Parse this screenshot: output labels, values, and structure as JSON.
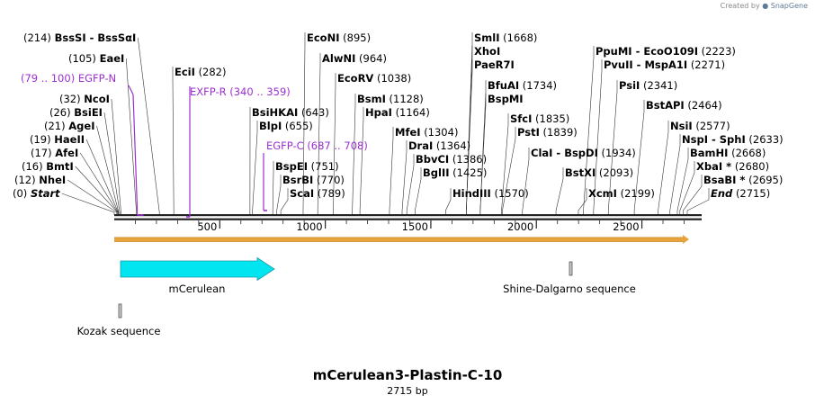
{
  "credit": {
    "prefix": "Created by",
    "brand": "SnapGene"
  },
  "title": "mCerulean3-Plastin-C-10",
  "subtitle": "2715 bp",
  "colors": {
    "primer": "#9b30d0",
    "feature": "#00e5f0",
    "orf": "#e8a33d",
    "line": "#333333"
  },
  "sites": [
    {
      "pos": "(214)",
      "name": "BssSI  -  BssSαI",
      "bp": 214
    },
    {
      "pos": "(105)",
      "name": "EaeI",
      "bp": 105
    },
    {
      "pos": "(32)",
      "name": "NcoI",
      "bp": 32
    },
    {
      "pos": "(26)",
      "name": "BsiEI",
      "bp": 26
    },
    {
      "pos": "(21)",
      "name": "AgeI",
      "bp": 21
    },
    {
      "pos": "(19)",
      "name": "HaeII",
      "bp": 19
    },
    {
      "pos": "(17)",
      "name": "AfeI",
      "bp": 17
    },
    {
      "pos": "(16)",
      "name": "BmtI",
      "bp": 16
    },
    {
      "pos": "(12)",
      "name": "NheI",
      "bp": 12
    },
    {
      "pos": "(0)",
      "name": "Start",
      "bp": 0
    },
    {
      "name": "EciI",
      "pos": "(282)",
      "bp": 282
    },
    {
      "name": "EcoNI",
      "pos": "(895)",
      "bp": 895
    },
    {
      "name": "AlwNI",
      "pos": "(964)",
      "bp": 964
    },
    {
      "name": "EcoRV",
      "pos": "(1038)",
      "bp": 1038
    },
    {
      "name": "BsiHKAI",
      "pos": "(643)",
      "bp": 643
    },
    {
      "name": "BlpI",
      "pos": "(655)",
      "bp": 655
    },
    {
      "name": "BspEI",
      "pos": "(751)",
      "bp": 751
    },
    {
      "name": "BsrBI",
      "pos": "(770)",
      "bp": 770
    },
    {
      "name": "ScaI",
      "pos": "(789)",
      "bp": 789
    },
    {
      "name": "BsmI",
      "pos": "(1128)",
      "bp": 1128
    },
    {
      "name": "HpaI",
      "pos": "(1164)",
      "bp": 1164
    },
    {
      "name": "MfeI",
      "pos": "(1304)",
      "bp": 1304
    },
    {
      "name": "DraI",
      "pos": "(1364)",
      "bp": 1364
    },
    {
      "name": "BbvCI",
      "pos": "(1386)",
      "bp": 1386
    },
    {
      "name": "BglII",
      "pos": "(1425)",
      "bp": 1425
    },
    {
      "name": "HindIII",
      "pos": "(1570)",
      "bp": 1570
    },
    {
      "name": "SmlI",
      "pos": "(1668)",
      "bp": 1668
    },
    {
      "name": "XhoI",
      "pos": "",
      "bp": 1668
    },
    {
      "name": "PaeR7I",
      "pos": "",
      "bp": 1668
    },
    {
      "name": "BfuAI",
      "pos": "(1734)",
      "bp": 1734
    },
    {
      "name": "BspMI",
      "pos": "",
      "bp": 1734
    },
    {
      "name": "SfcI",
      "pos": "(1835)",
      "bp": 1835
    },
    {
      "name": "PstI",
      "pos": "(1839)",
      "bp": 1839
    },
    {
      "name": "ClaI  -  BspDI",
      "pos": "(1934)",
      "bp": 1934
    },
    {
      "name": "BstXI",
      "pos": "(2093)",
      "bp": 2093
    },
    {
      "name": "XcmI",
      "pos": "(2199)",
      "bp": 2199
    },
    {
      "name": "PpuMI  -  EcoO109I",
      "pos": "(2223)",
      "bp": 2223
    },
    {
      "name": "PvuII  -  MspA1I",
      "pos": "(2271)",
      "bp": 2271
    },
    {
      "name": "PsiI",
      "pos": "(2341)",
      "bp": 2341
    },
    {
      "name": "BstAPI",
      "pos": "(2464)",
      "bp": 2464
    },
    {
      "name": "NsiI",
      "pos": "(2577)",
      "bp": 2577
    },
    {
      "name": "NspI  -  SphI",
      "pos": "(2633)",
      "bp": 2633
    },
    {
      "name": "BamHI",
      "pos": "(2668)",
      "bp": 2668
    },
    {
      "name": "XbaI *",
      "pos": "(2680)",
      "bp": 2680
    },
    {
      "name": "BsaBI *",
      "pos": "(2695)",
      "bp": 2695
    },
    {
      "name": "End",
      "pos": "(2715)",
      "bp": 2715
    }
  ],
  "primers": [
    {
      "range": "(79 .. 100)",
      "name": "EGFP-N",
      "bp_start": 79,
      "bp_end": 100
    },
    {
      "name": "EXFP-R",
      "range": "(340 .. 359)",
      "bp_start": 340,
      "bp_end": 359
    },
    {
      "name": "EGFP-C",
      "range": "(687 .. 708)",
      "bp_start": 687,
      "bp_end": 708
    }
  ],
  "ruler": {
    "ticks": [
      {
        "label": "500",
        "bp": 500
      },
      {
        "label": "1000",
        "bp": 1000
      },
      {
        "label": "1500",
        "bp": 1500
      },
      {
        "label": "2000",
        "bp": 2000
      },
      {
        "label": "2500",
        "bp": 2500
      }
    ]
  },
  "features": [
    {
      "name": "mCerulean",
      "type": "cds"
    },
    {
      "name": "Shine-Dalgarno sequence",
      "type": "rbs"
    },
    {
      "name": "Kozak sequence",
      "type": "kozak"
    }
  ]
}
